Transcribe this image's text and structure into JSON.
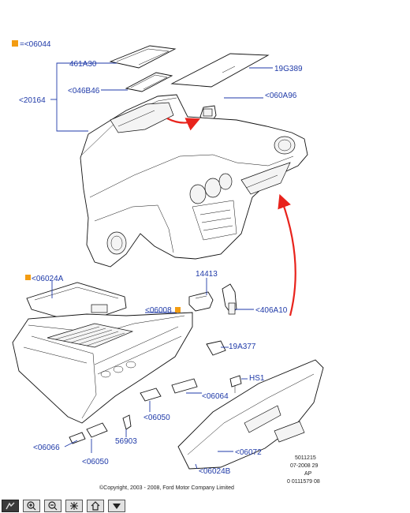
{
  "diagram": {
    "legend_text": "=<06044",
    "labels": {
      "l461a30": "461A30",
      "l046b46": "<046B46",
      "l20164": "<20164",
      "l19g389": "19G389",
      "l060a96": "<060A96",
      "l06024a": "<06024A",
      "l14413": "14413",
      "l06008": "<06008",
      "l406a10": "<406A10",
      "l19a377": "19A377",
      "lhs1": "HS1",
      "l06064": "<06064",
      "l06050a": "<06050",
      "l56903": "56903",
      "l06066": "<06066",
      "l06050b": "<06050",
      "l06072": "<06072",
      "l06024b": "<06024B"
    },
    "meta": {
      "line1": "5011215",
      "line2": "07-2008 29",
      "line3": "AP",
      "line4": "0 0111579 08"
    },
    "copyright": "©Copyright, 2003 - 2008, Ford Motor Company Limited",
    "colors": {
      "label": "#1f3aa8",
      "marker": "#f39c12",
      "arrow": "#e8231c"
    }
  },
  "toolbar": {
    "buttons": [
      "pan-icon",
      "zoom-in-icon",
      "zoom-out-icon",
      "fit-icon",
      "home-icon",
      "menu-arrow-icon"
    ]
  }
}
